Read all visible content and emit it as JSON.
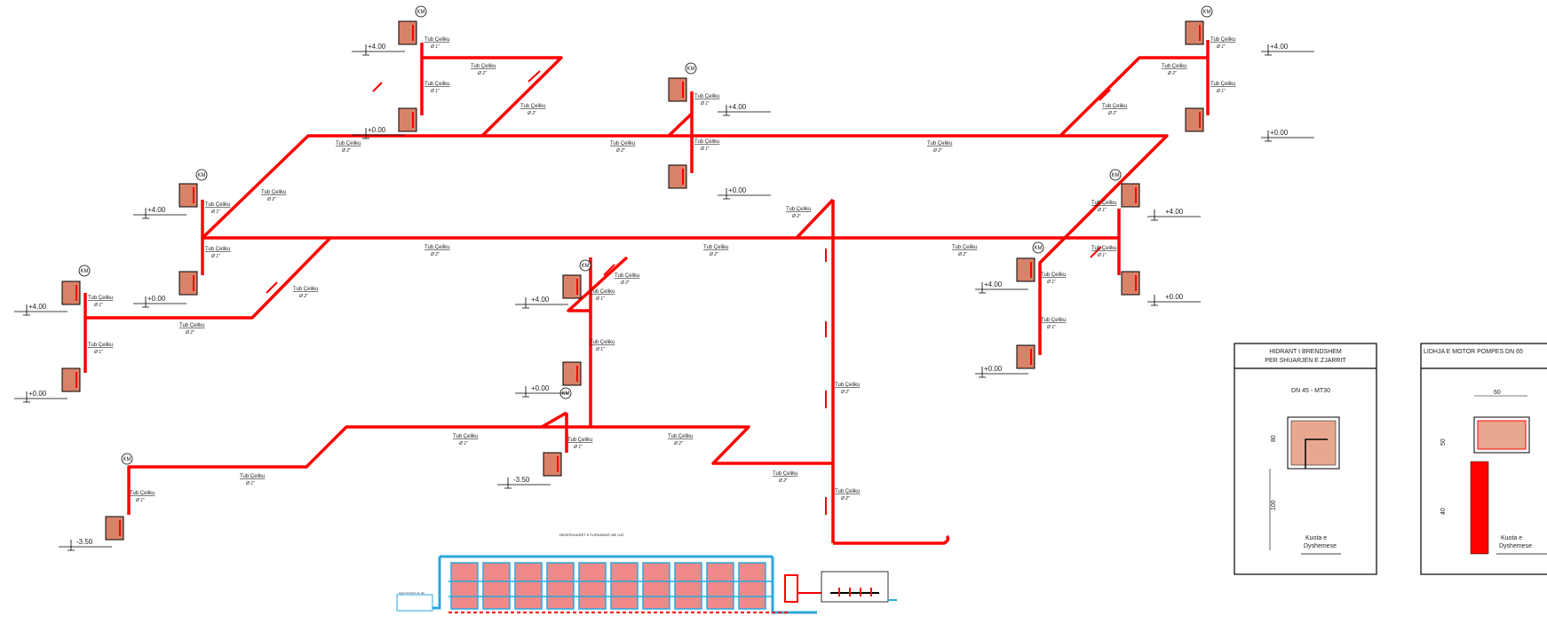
{
  "pipe_label": "Tub Çeliku",
  "diameters": {
    "d2": "Ø 2\"",
    "d1": "Ø 1\""
  },
  "levels": {
    "p4": "+4.00",
    "p0": "+0.00",
    "m35": "-3.50"
  },
  "cabinet_tag": "KM",
  "reservoir_title": "REZERVUARET E FURNIZIMIT ME UJE",
  "reservoir_inlet": "Hyrje furnizimi me ujë",
  "detail_left": {
    "title_line1": "HIDRANT I BRENDSHEM",
    "title_line2": "PER SHUARJEN E ZJARRIT",
    "type": "DN 45 - MT30",
    "dim_top": "80",
    "dim_bottom": "100",
    "floor_line1": "Kuota  e",
    "floor_line2": "Dyshemese"
  },
  "detail_right": {
    "title": "LIDHJA E MOTOR POMPES DN 65",
    "dim_width": "60",
    "dim_top": "50",
    "dim_bottom": "40",
    "floor_line1": "Kuota  e",
    "floor_line2": "Dyshemese"
  },
  "colors": {
    "pipe": "#ff0000",
    "water": "#29a8e0",
    "cabinet": "#d9826a",
    "line": "#000000"
  }
}
